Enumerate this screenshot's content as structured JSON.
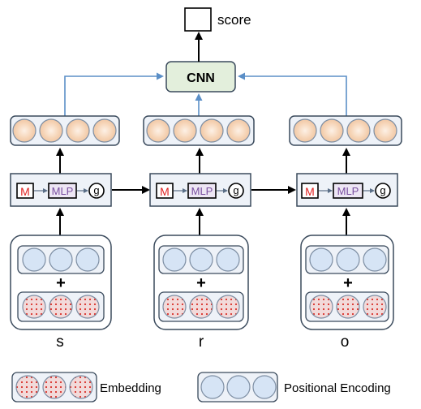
{
  "score_label": "score",
  "cnn_label": "CNN",
  "columns": [
    {
      "id": "s",
      "label": "s",
      "m_label": "M",
      "mlp_label": "MLP",
      "g_label": "g"
    },
    {
      "id": "r",
      "label": "r",
      "m_label": "M",
      "mlp_label": "MLP",
      "g_label": "g"
    },
    {
      "id": "o",
      "label": "o",
      "m_label": "M",
      "mlp_label": "MLP",
      "g_label": "g"
    }
  ],
  "plus_sign": "+",
  "legend": {
    "embedding_label": "Embedding",
    "positional_label": "Positional Encoding"
  },
  "colors": {
    "box_border": "#3a4a5c",
    "panel_fill": "#eef2f8",
    "blue_circle": "#d6e4f5",
    "cnn_fill": "#e3efdc",
    "arrow_blue": "#5b8fc7",
    "m_red": "#e02020",
    "mlp_purple": "#7a4fa0",
    "dot_red": "#d9302a"
  }
}
